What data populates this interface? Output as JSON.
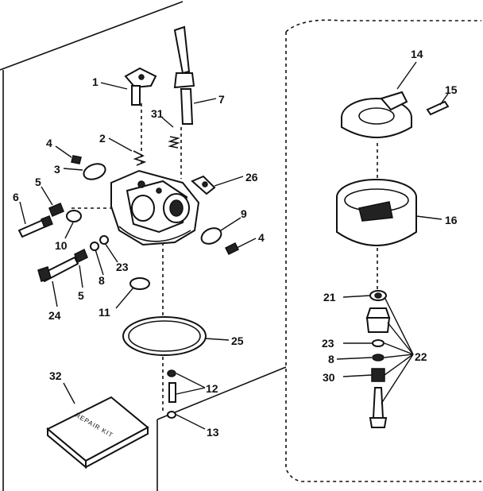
{
  "diagram": {
    "callouts": {
      "c1": "1",
      "c7": "7",
      "c31": "31",
      "c2": "2",
      "c4a": "4",
      "c3": "3",
      "c26": "26",
      "c6": "6",
      "c5a": "5",
      "c9": "9",
      "c4b": "4",
      "c10": "10",
      "c23a": "23",
      "c8a": "8",
      "c24": "24",
      "c5b": "5",
      "c11": "11",
      "c25": "25",
      "c12": "12",
      "c32": "32",
      "c13": "13",
      "c14": "14",
      "c15": "15",
      "c16": "16",
      "c21": "21",
      "c22": "22",
      "c23b": "23",
      "c8b": "8",
      "c30": "30"
    },
    "repair_kit_label": "REPAIR KIT"
  }
}
